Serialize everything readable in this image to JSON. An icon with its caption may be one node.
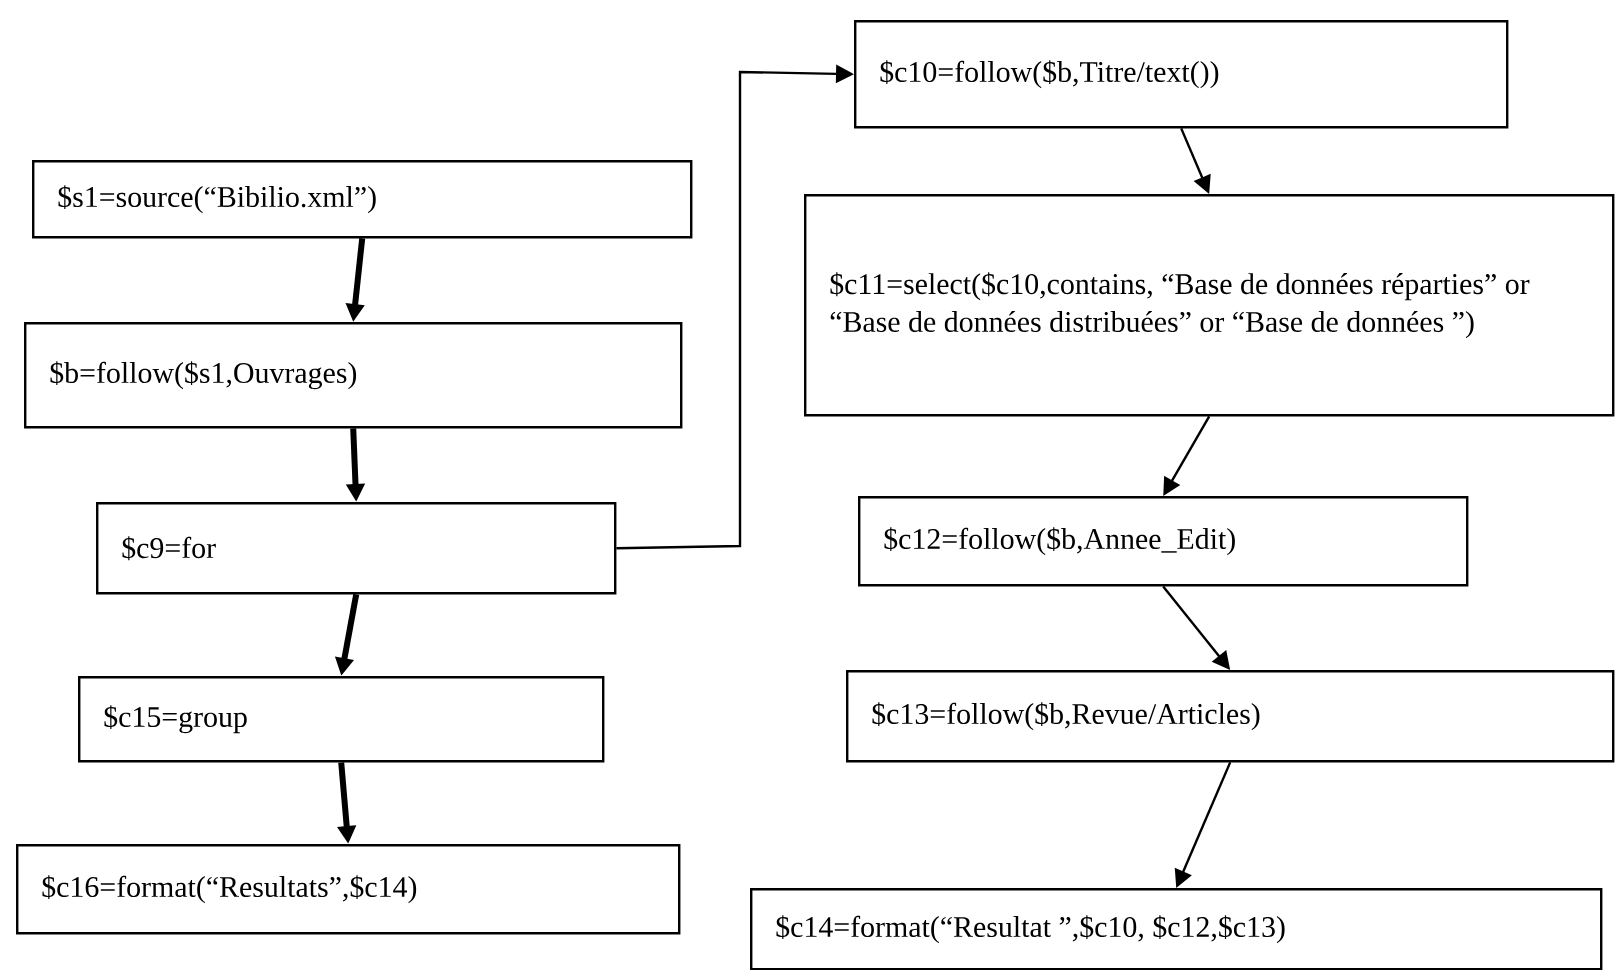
{
  "diagram": {
    "nodes": [
      {
        "text": [
          "$s1=source(“Bibilio.xml”)"
        ]
      },
      {
        "text": [
          "$b=follow($s1,Ouvrages)"
        ]
      },
      {
        "text": [
          "$c9=for"
        ]
      },
      {
        "text": [
          "$c15=group"
        ]
      },
      {
        "text": [
          "$c16=format(“Resultats”,$c14)"
        ]
      },
      {
        "text": [
          "$c10=follow($b,Titre/text())"
        ]
      },
      {
        "text": [
          "$c11=select($c10,contains, “Base de données réparties” or “Base de données distribuées” or “Base de données ”)"
        ]
      },
      {
        "text": [
          "$c12=follow($b,Annee_Edit)"
        ]
      },
      {
        "text": [
          "$c13=follow($b,Revue/Articles)"
        ]
      },
      {
        "text": [
          "$c14=format(“Resultat ”,$c10, $c12,$c13)"
        ]
      }
    ],
    "edges": [
      {
        "from": 0,
        "to": 1,
        "arrow": "to",
        "style": "thick"
      },
      {
        "from": 1,
        "to": 2,
        "arrow": "to",
        "style": "thick"
      },
      {
        "from": 2,
        "to": 3,
        "arrow": "to",
        "style": "thick"
      },
      {
        "from": 3,
        "to": 4,
        "arrow": "to",
        "style": "thick"
      },
      {
        "from": 2,
        "to": 5,
        "arrow": "to"
      },
      {
        "from": 5,
        "to": 6,
        "arrow": "to"
      },
      {
        "from": 6,
        "to": 7,
        "arrow": "to"
      },
      {
        "from": 7,
        "to": 8,
        "arrow": "to"
      },
      {
        "from": 8,
        "to": 9,
        "arrow": "to"
      }
    ]
  }
}
